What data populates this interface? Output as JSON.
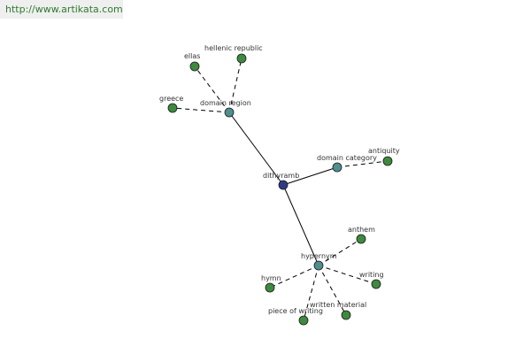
{
  "watermark": "http://www.artikata.com",
  "colors": {
    "center": "#2e3a87",
    "relation": "#4f8f8f",
    "term": "#3e8a3e",
    "edge": "#000000",
    "banner_bg": "#efefef",
    "banner_text": "#2f7a2f"
  },
  "nodes": [
    {
      "id": "dithyramb",
      "label": "dithyramb",
      "kind": "center"
    },
    {
      "id": "domain-region",
      "label": "domain region",
      "kind": "relation"
    },
    {
      "id": "domain-category",
      "label": "domain category",
      "kind": "relation"
    },
    {
      "id": "hypernym",
      "label": "hypernym",
      "kind": "relation"
    },
    {
      "id": "ellas",
      "label": "ellas",
      "kind": "term"
    },
    {
      "id": "hellenic-republic",
      "label": "hellenic republic",
      "kind": "term"
    },
    {
      "id": "greece",
      "label": "greece",
      "kind": "term"
    },
    {
      "id": "antiquity",
      "label": "antiquity",
      "kind": "term"
    },
    {
      "id": "anthem",
      "label": "anthem",
      "kind": "term"
    },
    {
      "id": "hymn",
      "label": "hymn",
      "kind": "term"
    },
    {
      "id": "writing",
      "label": "writing",
      "kind": "term"
    },
    {
      "id": "written-material",
      "label": "written material",
      "kind": "term"
    },
    {
      "id": "piece-of-writing",
      "label": "piece of writing",
      "kind": "term"
    }
  ],
  "edges": [
    {
      "from": "dithyramb",
      "to": "domain-region",
      "style": "solid"
    },
    {
      "from": "dithyramb",
      "to": "domain-category",
      "style": "solid"
    },
    {
      "from": "dithyramb",
      "to": "hypernym",
      "style": "solid"
    },
    {
      "from": "domain-region",
      "to": "ellas",
      "style": "dashed"
    },
    {
      "from": "domain-region",
      "to": "hellenic-republic",
      "style": "dashed"
    },
    {
      "from": "domain-region",
      "to": "greece",
      "style": "dashed"
    },
    {
      "from": "domain-category",
      "to": "antiquity",
      "style": "dashed"
    },
    {
      "from": "hypernym",
      "to": "anthem",
      "style": "dashed"
    },
    {
      "from": "hypernym",
      "to": "hymn",
      "style": "dashed"
    },
    {
      "from": "hypernym",
      "to": "writing",
      "style": "dashed"
    },
    {
      "from": "hypernym",
      "to": "written-material",
      "style": "dashed"
    },
    {
      "from": "hypernym",
      "to": "piece-of-writing",
      "style": "dashed"
    }
  ]
}
